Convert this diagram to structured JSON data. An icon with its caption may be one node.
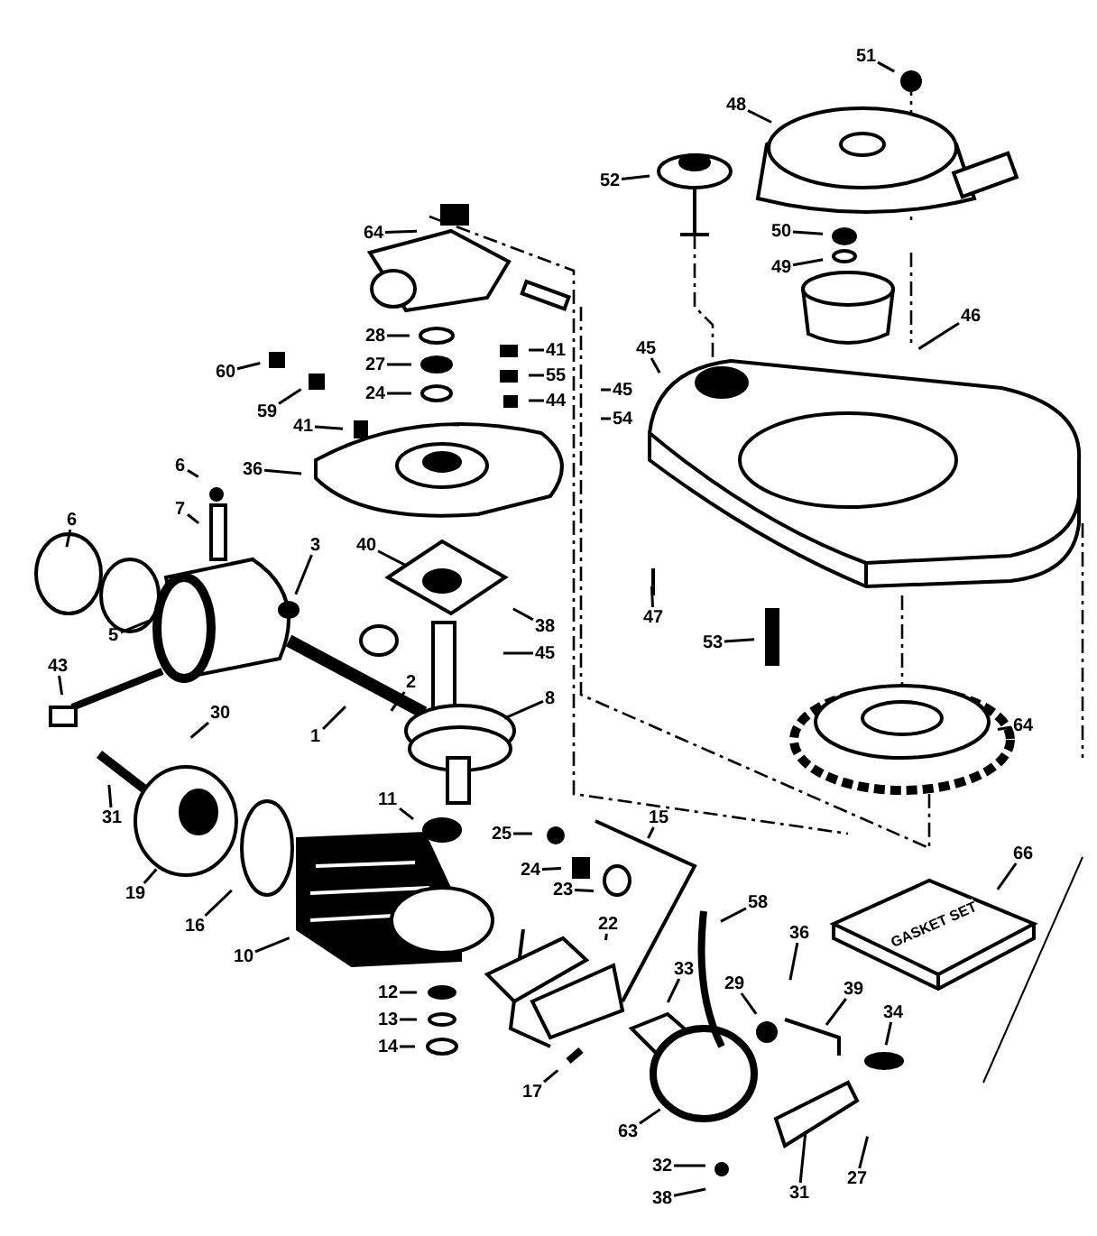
{
  "diagram": {
    "nodes": [
      {
        "text": [
          "51"
        ]
      },
      {
        "text": [
          "48"
        ]
      },
      {
        "text": [
          "52"
        ]
      },
      {
        "text": [
          "64"
        ]
      },
      {
        "text": [
          "50"
        ]
      },
      {
        "text": [
          "49"
        ]
      },
      {
        "text": [
          "46"
        ]
      },
      {
        "text": [
          "45"
        ]
      },
      {
        "text": [
          "28"
        ]
      },
      {
        "text": [
          "27"
        ]
      },
      {
        "text": [
          "41"
        ]
      },
      {
        "text": [
          "24"
        ]
      },
      {
        "text": [
          "55"
        ]
      },
      {
        "text": [
          "60"
        ]
      },
      {
        "text": [
          "44"
        ]
      },
      {
        "text": [
          "45"
        ]
      },
      {
        "text": [
          "59"
        ]
      },
      {
        "text": [
          "54"
        ]
      },
      {
        "text": [
          "41"
        ]
      },
      {
        "text": [
          "36"
        ]
      },
      {
        "text": [
          "6"
        ]
      },
      {
        "text": [
          "7"
        ]
      },
      {
        "text": [
          "3"
        ]
      },
      {
        "text": [
          "40"
        ]
      },
      {
        "text": [
          "6"
        ]
      },
      {
        "text": [
          "47"
        ]
      },
      {
        "text": [
          "38"
        ]
      },
      {
        "text": [
          "5"
        ]
      },
      {
        "text": [
          "53"
        ]
      },
      {
        "text": [
          "45"
        ]
      },
      {
        "text": [
          "43"
        ]
      },
      {
        "text": [
          "2"
        ]
      },
      {
        "text": [
          "8"
        ]
      },
      {
        "text": [
          "30"
        ]
      },
      {
        "text": [
          "64"
        ]
      },
      {
        "text": [
          "1"
        ]
      },
      {
        "text": [
          "11"
        ]
      },
      {
        "text": [
          "31"
        ]
      },
      {
        "text": [
          "15"
        ]
      },
      {
        "text": [
          "25"
        ]
      },
      {
        "text": [
          "66"
        ]
      },
      {
        "text": [
          "24"
        ]
      },
      {
        "text": [
          "23"
        ]
      },
      {
        "text": [
          "19"
        ]
      },
      {
        "text": [
          "22"
        ]
      },
      {
        "text": [
          "58"
        ]
      },
      {
        "text": [
          "16"
        ]
      },
      {
        "text": [
          "36"
        ]
      },
      {
        "text": [
          "10"
        ]
      },
      {
        "text": [
          "33"
        ]
      },
      {
        "text": [
          "12"
        ]
      },
      {
        "text": [
          "29"
        ]
      },
      {
        "text": [
          "39"
        ]
      },
      {
        "text": [
          "34"
        ]
      },
      {
        "text": [
          "13"
        ]
      },
      {
        "text": [
          "14"
        ]
      },
      {
        "text": [
          "17"
        ]
      },
      {
        "text": [
          "63"
        ]
      },
      {
        "text": [
          "32"
        ]
      },
      {
        "text": [
          "31"
        ]
      },
      {
        "text": [
          "27"
        ]
      },
      {
        "text": [
          "38"
        ]
      }
    ],
    "edges": [
      {
        "from": 0,
        "to": null,
        "arrow": "none"
      },
      {
        "from": 1,
        "to": null,
        "arrow": "none"
      },
      {
        "from": 2,
        "to": null,
        "arrow": "none"
      },
      {
        "from": 3,
        "to": null,
        "arrow": "none"
      },
      {
        "from": 4,
        "to": null,
        "arrow": "none"
      },
      {
        "from": 5,
        "to": null,
        "arrow": "none"
      },
      {
        "from": 6,
        "to": null,
        "arrow": "none"
      },
      {
        "from": 7,
        "to": null,
        "arrow": "none"
      },
      {
        "from": 8,
        "to": null,
        "arrow": "none"
      },
      {
        "from": 9,
        "to": null,
        "arrow": "none"
      },
      {
        "from": 10,
        "to": null,
        "arrow": "none"
      },
      {
        "from": 11,
        "to": null,
        "arrow": "none"
      },
      {
        "from": 12,
        "to": null,
        "arrow": "none"
      },
      {
        "from": 13,
        "to": null,
        "arrow": "none"
      },
      {
        "from": 14,
        "to": null,
        "arrow": "none"
      },
      {
        "from": 15,
        "to": null,
        "arrow": "none"
      },
      {
        "from": 16,
        "to": null,
        "arrow": "none"
      },
      {
        "from": 17,
        "to": null,
        "arrow": "none"
      },
      {
        "from": 18,
        "to": null,
        "arrow": "none"
      },
      {
        "from": 19,
        "to": null,
        "arrow": "none"
      },
      {
        "from": 20,
        "to": null,
        "arrow": "none"
      },
      {
        "from": 21,
        "to": null,
        "arrow": "none"
      },
      {
        "from": 22,
        "to": null,
        "arrow": "none"
      },
      {
        "from": 23,
        "to": null,
        "arrow": "none"
      },
      {
        "from": 24,
        "to": null,
        "arrow": "none"
      },
      {
        "from": 25,
        "to": null,
        "arrow": "none"
      },
      {
        "from": 26,
        "to": null,
        "arrow": "none"
      },
      {
        "from": 27,
        "to": null,
        "arrow": "none"
      },
      {
        "from": 28,
        "to": null,
        "arrow": "none"
      },
      {
        "from": 29,
        "to": null,
        "arrow": "none"
      },
      {
        "from": 30,
        "to": null,
        "arrow": "none"
      },
      {
        "from": 31,
        "to": null,
        "arrow": "none"
      },
      {
        "from": 32,
        "to": null,
        "arrow": "none"
      },
      {
        "from": 33,
        "to": null,
        "arrow": "none"
      },
      {
        "from": 34,
        "to": null,
        "arrow": "none"
      },
      {
        "from": 35,
        "to": null,
        "arrow": "none"
      },
      {
        "from": 36,
        "to": null,
        "arrow": "none"
      },
      {
        "from": 37,
        "to": null,
        "arrow": "none"
      },
      {
        "from": 38,
        "to": null,
        "arrow": "none"
      },
      {
        "from": 39,
        "to": null,
        "arrow": "none"
      },
      {
        "from": 40,
        "to": null,
        "arrow": "none"
      },
      {
        "from": 41,
        "to": null,
        "arrow": "none"
      },
      {
        "from": 42,
        "to": null,
        "arrow": "none"
      },
      {
        "from": 43,
        "to": null,
        "arrow": "none"
      },
      {
        "from": 44,
        "to": null,
        "arrow": "none"
      },
      {
        "from": 45,
        "to": null,
        "arrow": "none"
      },
      {
        "from": 46,
        "to": null,
        "arrow": "none"
      },
      {
        "from": 47,
        "to": null,
        "arrow": "none"
      },
      {
        "from": 48,
        "to": null,
        "arrow": "none"
      },
      {
        "from": 49,
        "to": null,
        "arrow": "none"
      },
      {
        "from": 50,
        "to": null,
        "arrow": "none"
      },
      {
        "from": 51,
        "to": null,
        "arrow": "none"
      },
      {
        "from": 52,
        "to": null,
        "arrow": "none"
      },
      {
        "from": 53,
        "to": null,
        "arrow": "none"
      },
      {
        "from": 54,
        "to": null,
        "arrow": "none"
      },
      {
        "from": 55,
        "to": null,
        "arrow": "none"
      },
      {
        "from": 56,
        "to": null,
        "arrow": "none"
      },
      {
        "from": 57,
        "to": null,
        "arrow": "none"
      },
      {
        "from": 58,
        "to": null,
        "arrow": "none"
      },
      {
        "from": 59,
        "to": null,
        "arrow": "none"
      },
      {
        "from": 60,
        "to": null,
        "arrow": "none"
      },
      {
        "from": 61,
        "to": null,
        "arrow": "none"
      }
    ],
    "labels": [
      "GASKET SET"
    ]
  }
}
